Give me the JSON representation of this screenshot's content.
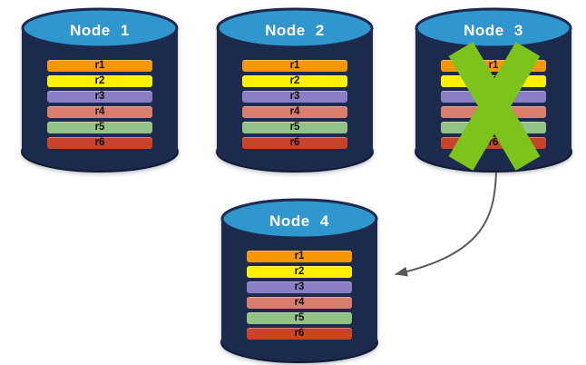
{
  "diagram": {
    "palette": {
      "cylinder_body": "#1C2A4E",
      "cylinder_top": "#2F96CE",
      "cylinder_rim_shadow": "#101B33",
      "title_text": "#FFFFFF",
      "row_text": "#101010",
      "failure_x": "#7CC41C",
      "arrow": "#595959"
    },
    "nodes": [
      {
        "title": "Node 1",
        "rows": [
          {
            "label": "r1",
            "color": "#F89600"
          },
          {
            "label": "r2",
            "color": "#FEF000"
          },
          {
            "label": "r3",
            "color": "#8A7EC4"
          },
          {
            "label": "r4",
            "color": "#D97E6E"
          },
          {
            "label": "r5",
            "color": "#92C285"
          },
          {
            "label": "r6",
            "color": "#C84329"
          }
        ]
      },
      {
        "title": "Node 2",
        "rows": [
          {
            "label": "r1",
            "color": "#F89600"
          },
          {
            "label": "r2",
            "color": "#FEF000"
          },
          {
            "label": "r3",
            "color": "#8A7EC4"
          },
          {
            "label": "r4",
            "color": "#D97E6E"
          },
          {
            "label": "r5",
            "color": "#92C285"
          },
          {
            "label": "r6",
            "color": "#C84329"
          }
        ]
      },
      {
        "title": "Node 3",
        "status": "failed",
        "rows": [
          {
            "label": "r1",
            "color": "#F89600"
          },
          {
            "label": "r2",
            "color": "#FEF000"
          },
          {
            "label": "r3",
            "color": "#8A7EC4"
          },
          {
            "label": "r4",
            "color": "#D97E6E"
          },
          {
            "label": "r5",
            "color": "#92C285"
          },
          {
            "label": "r6",
            "color": "#C84329"
          }
        ]
      },
      {
        "title": "Node 4",
        "rows": [
          {
            "label": "r1",
            "color": "#F89600"
          },
          {
            "label": "r2",
            "color": "#FEF000"
          },
          {
            "label": "r3",
            "color": "#8A7EC4"
          },
          {
            "label": "r4",
            "color": "#D97E6E"
          },
          {
            "label": "r5",
            "color": "#92C285"
          },
          {
            "label": "r6",
            "color": "#C84329"
          }
        ]
      }
    ],
    "failure_mark": {
      "on_node": "Node 3",
      "icon": "x-mark",
      "color": "#7CC41C"
    },
    "arrow": {
      "from": "Node 3",
      "to": "Node 4",
      "color": "#595959"
    }
  }
}
